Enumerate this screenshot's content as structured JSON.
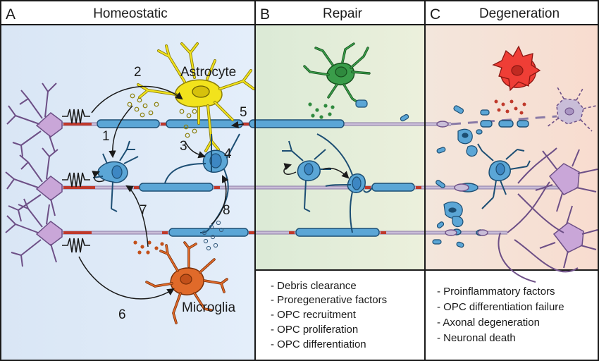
{
  "panels": [
    {
      "letter": "A",
      "title": "Homeostatic"
    },
    {
      "letter": "B",
      "title": "Repair"
    },
    {
      "letter": "C",
      "title": "Degeneration"
    }
  ],
  "cell_labels": {
    "astrocyte": "Astrocyte",
    "microglia": "Microglia"
  },
  "step_numbers": [
    "1",
    "2",
    "3",
    "4",
    "5",
    "6",
    "7",
    "8"
  ],
  "repair_list": [
    "- Debris clearance",
    "- Proregenerative factors",
    "- OPC recruitment",
    "- OPC proliferation",
    "- OPC differentiation"
  ],
  "degeneration_list": [
    "- Proinflammatory factors",
    "- OPC differentiation failure",
    "- Axonal degeneration",
    "- Neuronal death"
  ],
  "colors": {
    "homeostatic_bg": "#dde9f6",
    "repair_bg": "#e3eedb",
    "degeneration_bg": "#f6e2d8",
    "neuron": "#c9a6d8",
    "axon": "#c4b5d4",
    "myelin": "#5ba6d6",
    "node": "#c0392b",
    "astrocyte": "#f2e31c",
    "microglia": "#e06a2a",
    "repair_microglia": "#3a9d4a",
    "activated_microglia": "#ef3e36",
    "opc": "#3d87c3"
  }
}
